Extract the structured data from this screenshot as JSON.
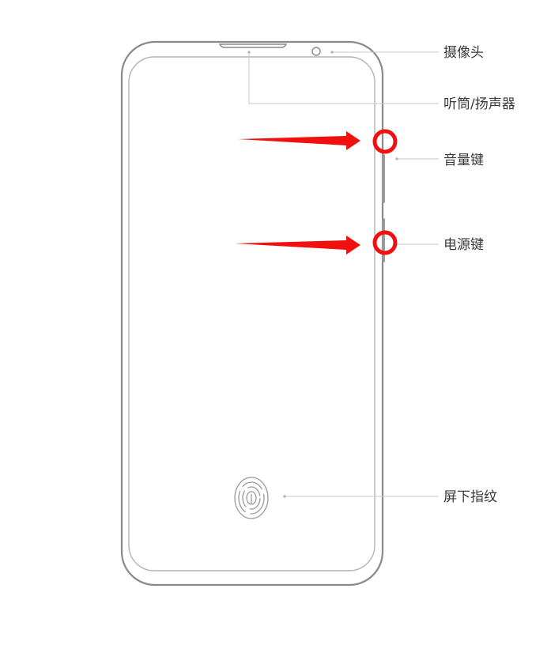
{
  "labels": {
    "camera": "摄像头",
    "earpiece": "听筒/扬声器",
    "volume": "音量键",
    "power": "电源键",
    "fingerprint": "屏下指纹"
  },
  "colors": {
    "outline": "#8a8a8a",
    "leader": "#c8c8c8",
    "annotation": "#f01010",
    "text": "#3a3a3a"
  }
}
